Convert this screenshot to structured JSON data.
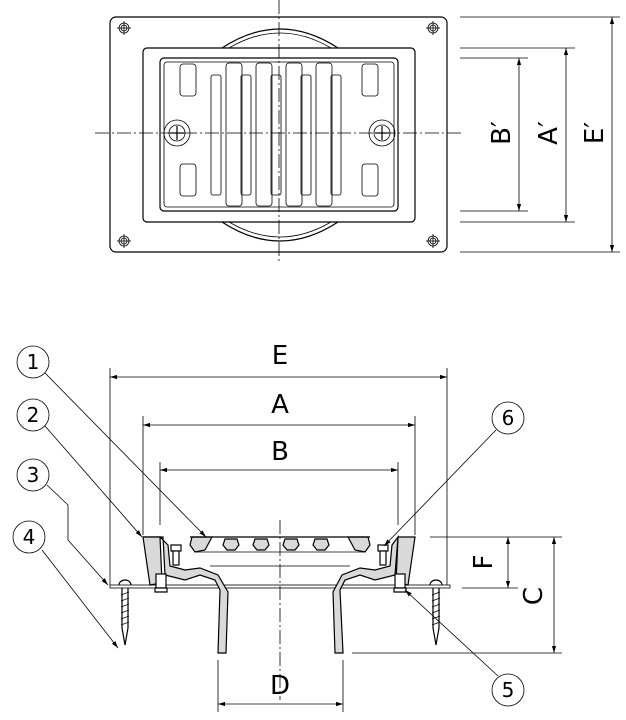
{
  "top_view": {
    "dimensions": {
      "b_prime": "B′",
      "a_prime": "A′",
      "e_prime": "E′"
    }
  },
  "section_view": {
    "dimensions": {
      "e": "E",
      "a": "A",
      "b": "B",
      "c": "C",
      "d": "D",
      "f": "F"
    },
    "callouts": [
      "1",
      "2",
      "3",
      "4",
      "5",
      "6"
    ]
  },
  "colors": {
    "section_fill": "#d9d9d9",
    "line": "#000000"
  }
}
